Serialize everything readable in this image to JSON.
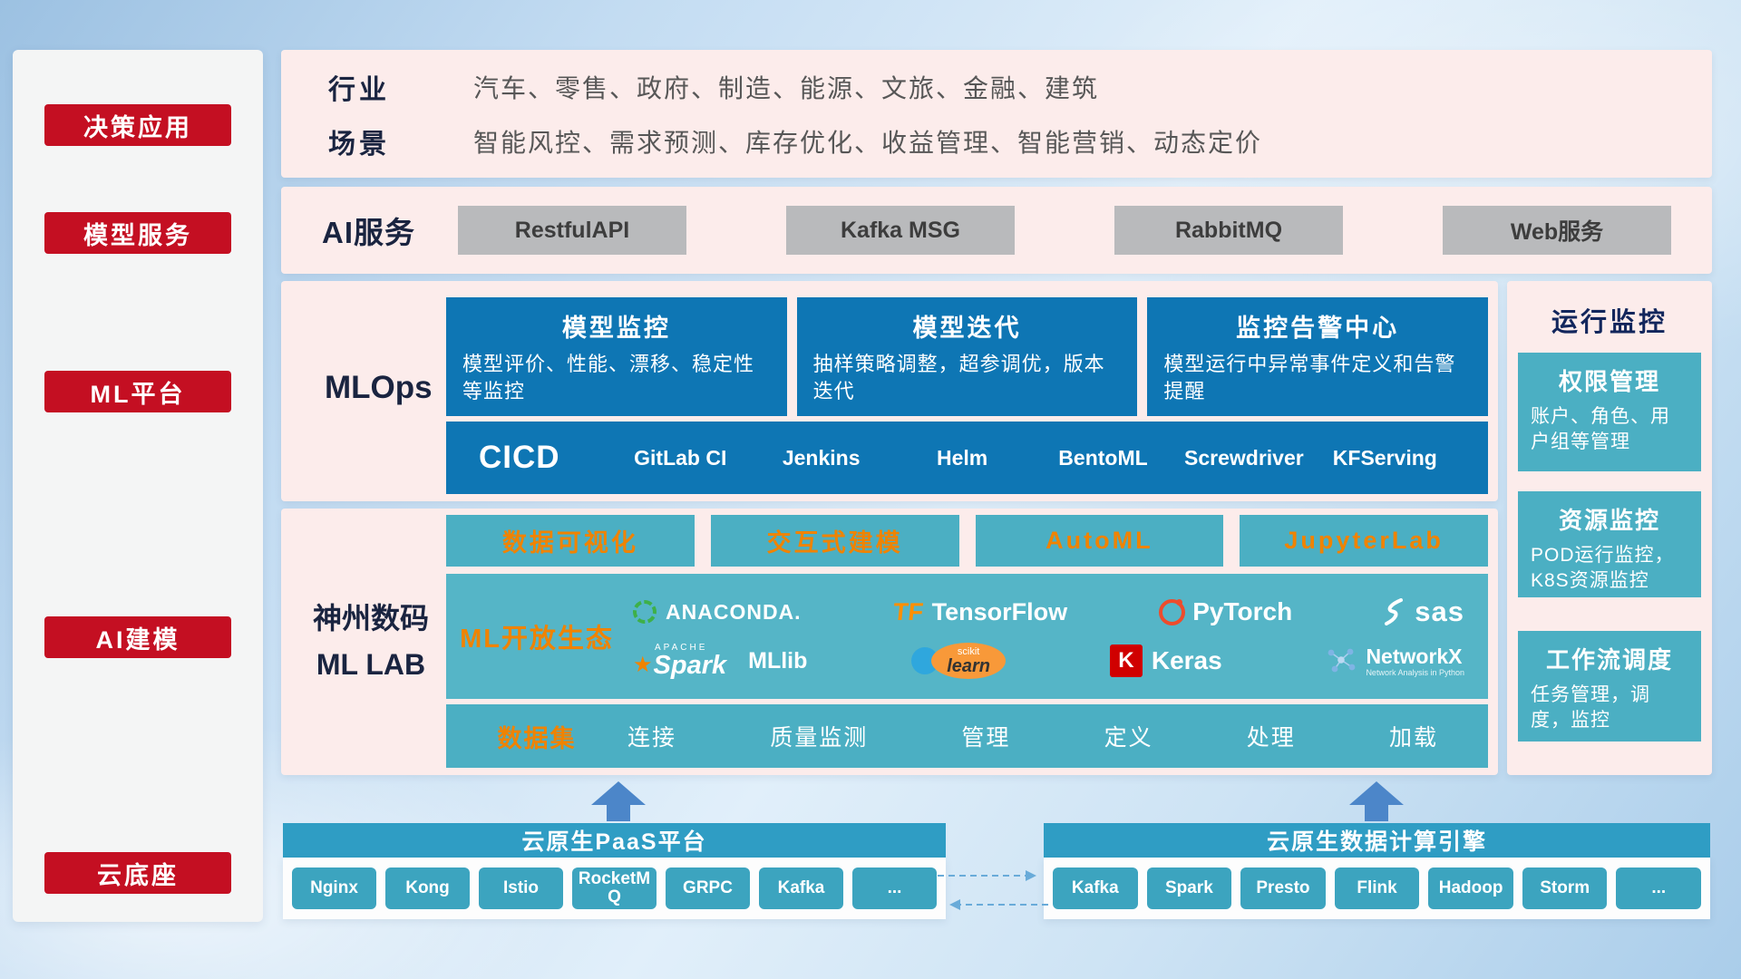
{
  "palette": {
    "red": "#c40f22",
    "pink": "#fceceb",
    "blue": "#0e76b4",
    "teal": "#4bafc3",
    "teal_dark": "#2f9dc4",
    "orange": "#f08300",
    "navy": "#1a2440"
  },
  "left_rail": {
    "items": [
      {
        "label": "决策应用"
      },
      {
        "label": "模型服务"
      },
      {
        "label": "ML平台"
      },
      {
        "label": "AI建模"
      },
      {
        "label": "云底座"
      }
    ]
  },
  "industry": {
    "rows": [
      {
        "label": "行业",
        "text": "汽车、零售、政府、制造、能源、文旅、金融、建筑"
      },
      {
        "label": "场景",
        "text": "智能风控、需求预测、库存优化、收益管理、智能营销、动态定价"
      }
    ]
  },
  "services": {
    "label": "AI服务",
    "buttons": [
      "RestfulAPI",
      "Kafka MSG",
      "RabbitMQ",
      "Web服务"
    ]
  },
  "mlops": {
    "label": "MLOps",
    "cards": [
      {
        "title": "模型监控",
        "desc": "模型评价、性能、漂移、稳定性等监控"
      },
      {
        "title": "模型迭代",
        "desc": "抽样策略调整，超参调优，版本迭代"
      },
      {
        "title": "监控告警中心",
        "desc": "模型运行中异常事件定义和告警提醒"
      }
    ],
    "cicd_label": "CICD",
    "cicd_items": [
      "GitLab CI",
      "Jenkins",
      "Helm",
      "BentoML",
      "Screwdriver",
      "KFServing"
    ]
  },
  "mllab": {
    "label_line1": "神州数码",
    "label_line2": "ML LAB",
    "tools": [
      "数据可视化",
      "交互式建模",
      "AutoML",
      "JupyterLab"
    ],
    "ecosystem_label": "ML开放生态",
    "logos": {
      "anaconda": {
        "label": "ANACONDA."
      },
      "tensorflow": {
        "icon": "TF",
        "label": "TensorFlow"
      },
      "pytorch": {
        "label": "PyTorch"
      },
      "sas": {
        "label": "sas"
      },
      "spark": {
        "brand": "APACHE",
        "label": "Spark",
        "lib": "MLlib"
      },
      "scikit": {
        "brand": "scikit",
        "label": "learn"
      },
      "keras": {
        "letter": "K",
        "label": "Keras"
      },
      "networkx": {
        "label": "NetworkX",
        "sub": "Network Analysis in Python"
      }
    },
    "dataset_label": "数据集",
    "dataset_items": [
      "连接",
      "质量监测",
      "管理",
      "定义",
      "处理",
      "加载"
    ]
  },
  "monitor": {
    "title": "运行监控",
    "cards": [
      {
        "title": "权限管理",
        "desc": "账户、角色、用户组等管理"
      },
      {
        "title": "资源监控",
        "desc": "POD运行监控，K8S资源监控"
      },
      {
        "title": "工作流调度",
        "desc": "任务管理，调度，监控"
      }
    ]
  },
  "cloud": {
    "paas_title": "云原生PaaS平台",
    "paas_items": [
      "Nginx",
      "Kong",
      "Istio",
      "RocketMQ",
      "GRPC",
      "Kafka",
      "..."
    ],
    "engine_title": "云原生数据计算引擎",
    "engine_items": [
      "Kafka",
      "Spark",
      "Presto",
      "Flink",
      "Hadoop",
      "Storm",
      "..."
    ]
  }
}
